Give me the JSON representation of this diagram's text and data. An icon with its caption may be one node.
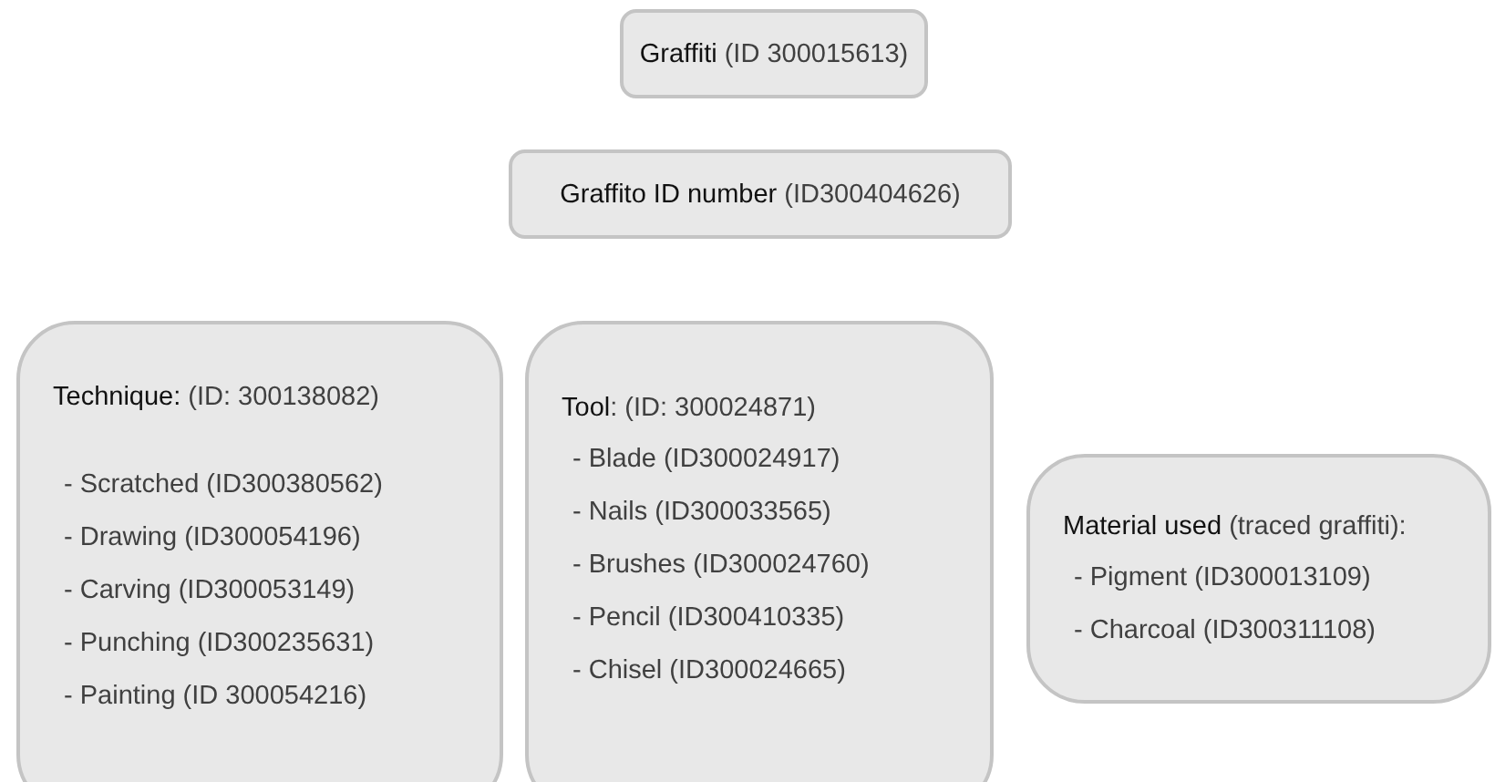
{
  "diagram": {
    "nodes": [
      {
        "text": [
          "**Graffiti** (ID 300015613)"
        ]
      },
      {
        "text": [
          "**Graffito ID number** (ID300404626)"
        ]
      },
      {
        "text": [
          "**Technique:** (ID: 300138082)",
          "- Scratched (ID300380562)",
          "- Drawing (ID300054196)",
          "- Carving (ID300053149)",
          "- Punching (ID300235631)",
          "- Painting (ID 300054216)"
        ]
      },
      {
        "text": [
          "**Tool**: (ID: 300024871)",
          "- Blade (ID300024917)",
          "- Nails (ID300033565)",
          "- Brushes (ID300024760)",
          "- Pencil (ID300410335)",
          "- Chisel (ID300024665)"
        ]
      },
      {
        "text": [
          "**Material used** (traced graffiti):",
          "- Pigment (ID300013109)",
          "- Charcoal (ID300311108)"
        ]
      }
    ],
    "edges": []
  }
}
